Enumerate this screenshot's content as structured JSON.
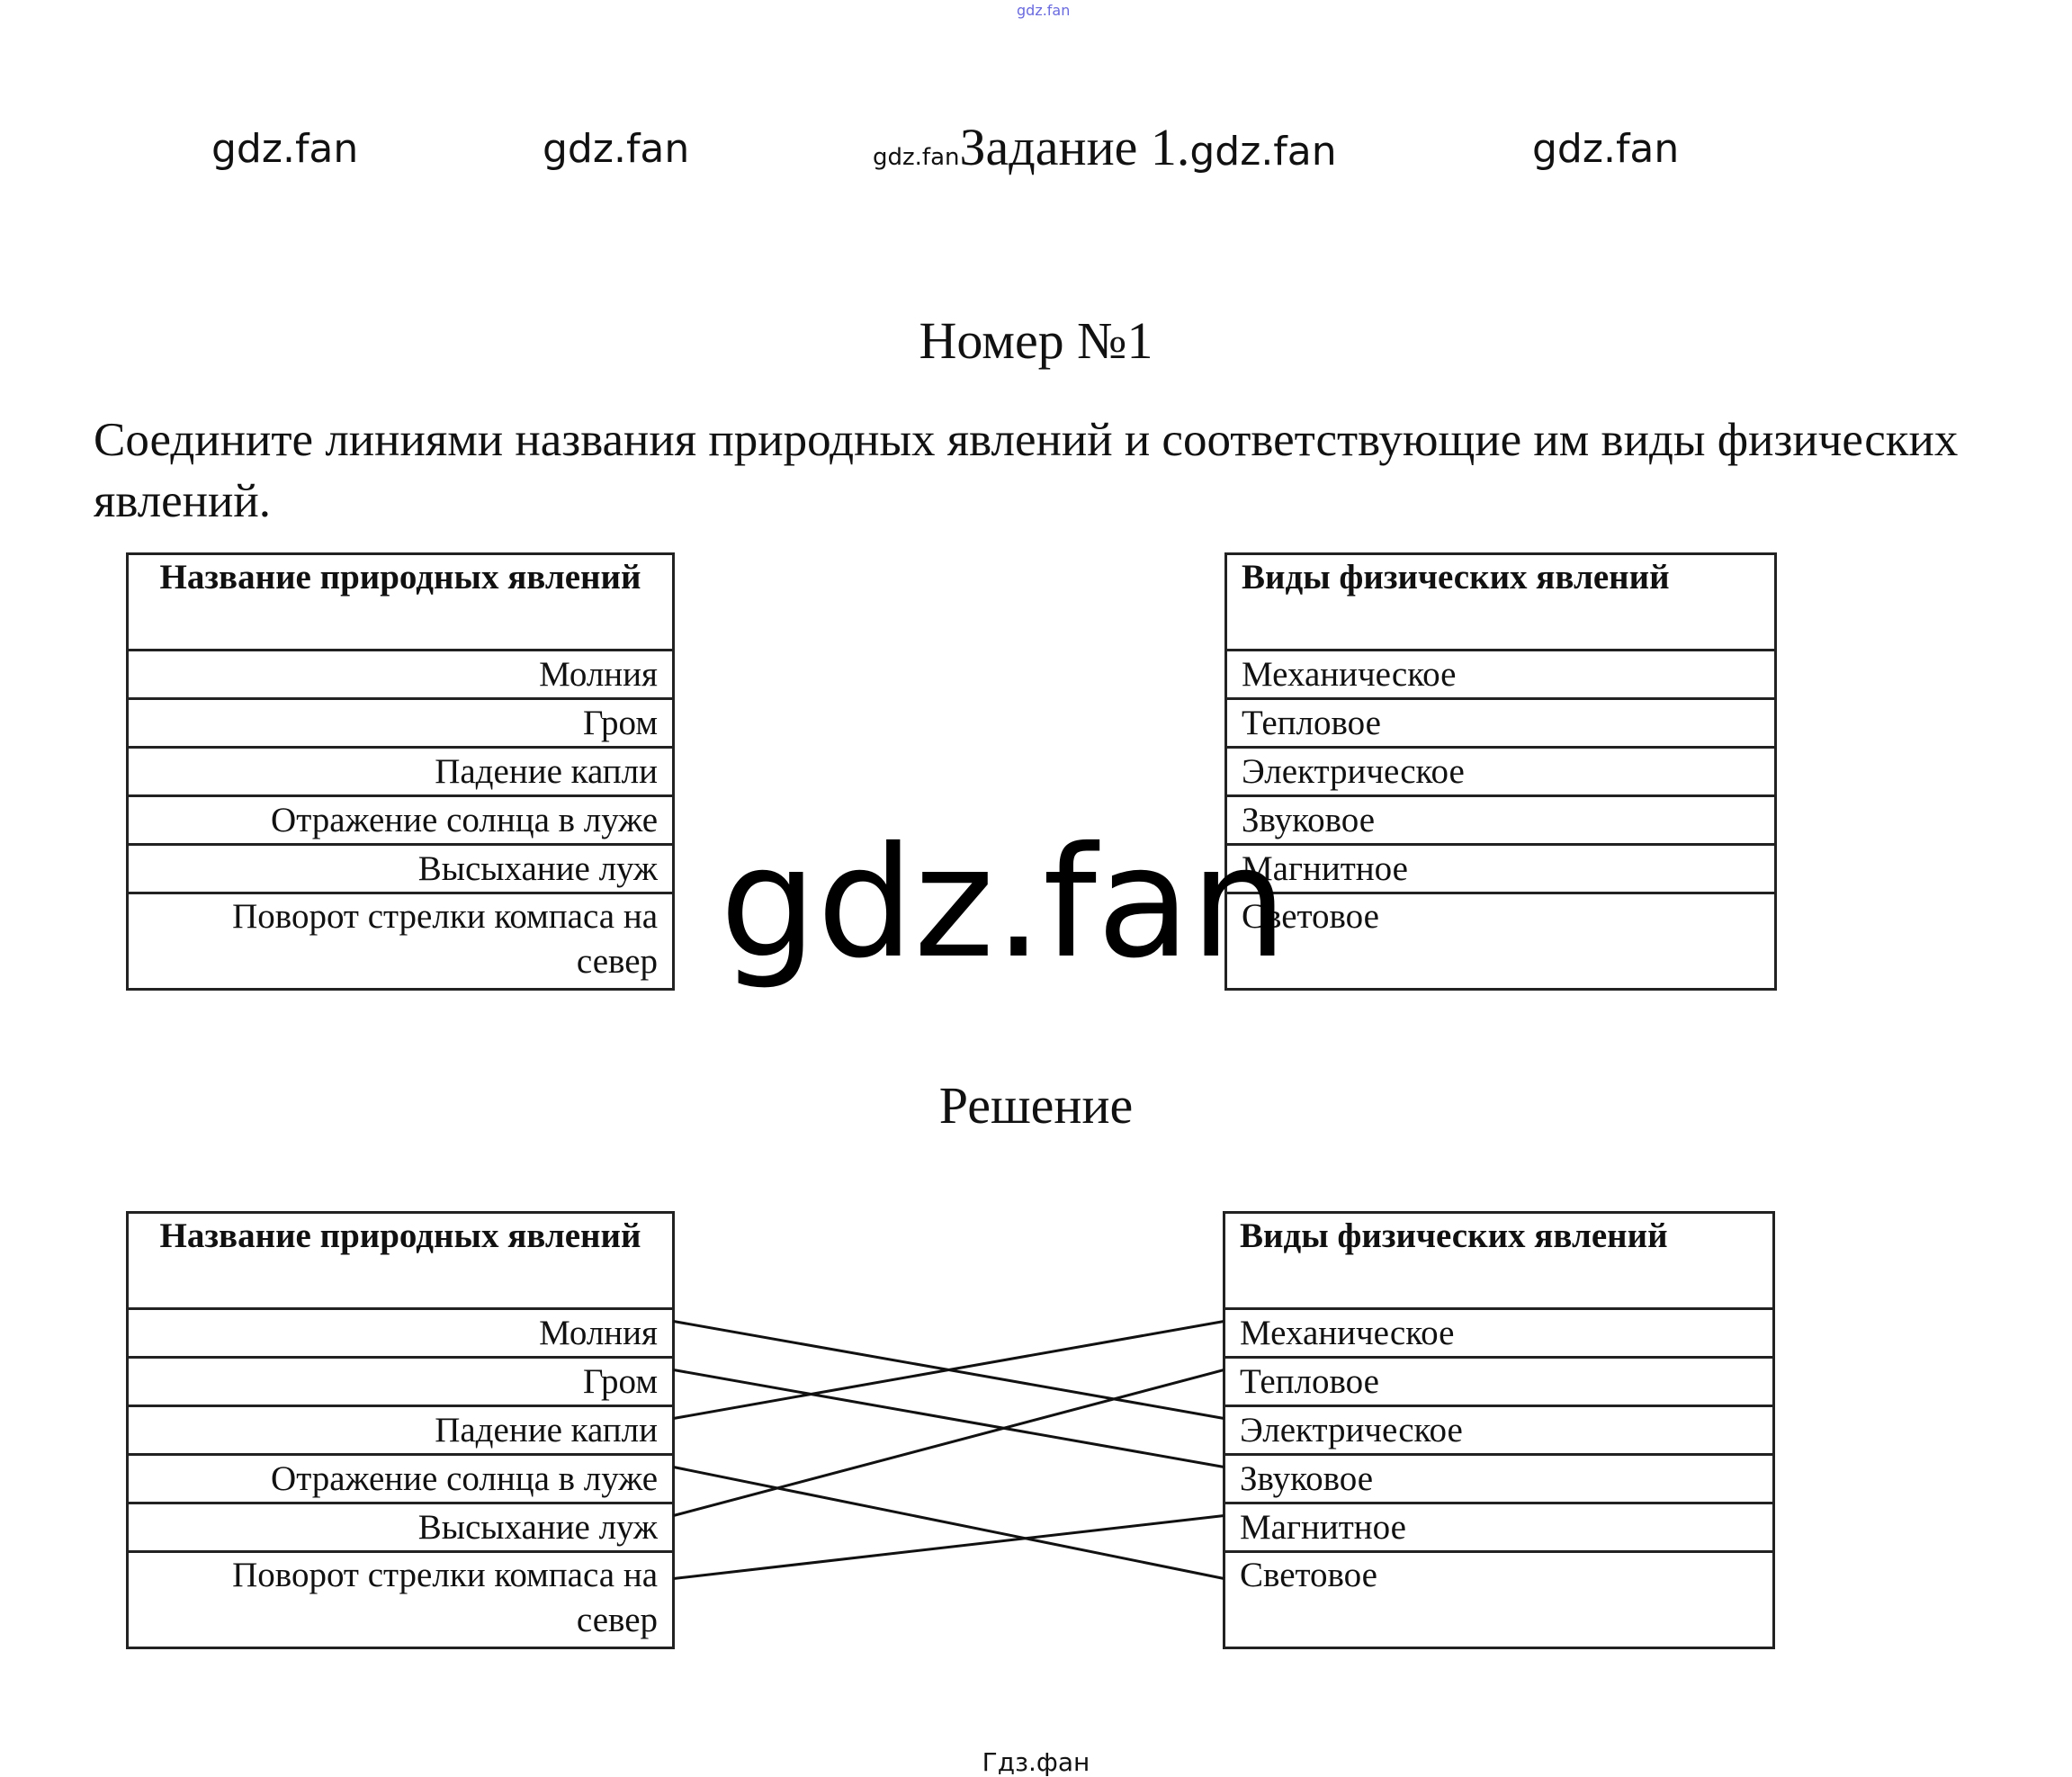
{
  "watermarks": {
    "top_small": "gdz.fan",
    "row": [
      "gdz.fan",
      "gdz.fan",
      "gdz.fan",
      "gdz.fan"
    ],
    "inline_small": "gdz.fan",
    "big": "gdz.fan"
  },
  "task_title": "Задание 1.",
  "number_title": "Номер №1",
  "question": "Соедините линиями названия природных явлений и соответствующие им виды физических явлений.",
  "left_table": {
    "header": "Название природных явлений",
    "rows": [
      "Молния",
      "Гром",
      "Падение капли",
      "Отражение солнца в луже",
      "Высыхание луж",
      "Поворот стрелки компаса на север"
    ]
  },
  "right_table": {
    "header": "Виды физических  явлений",
    "rows": [
      "Механическое",
      "Тепловое",
      "Электрическое",
      "Звуковое",
      "Магнитное",
      "Световое"
    ]
  },
  "solution_title": "Решение",
  "connections": [
    [
      0,
      2
    ],
    [
      1,
      3
    ],
    [
      2,
      0
    ],
    [
      3,
      5
    ],
    [
      4,
      1
    ],
    [
      5,
      4
    ]
  ],
  "footer": "Гдз.фан"
}
